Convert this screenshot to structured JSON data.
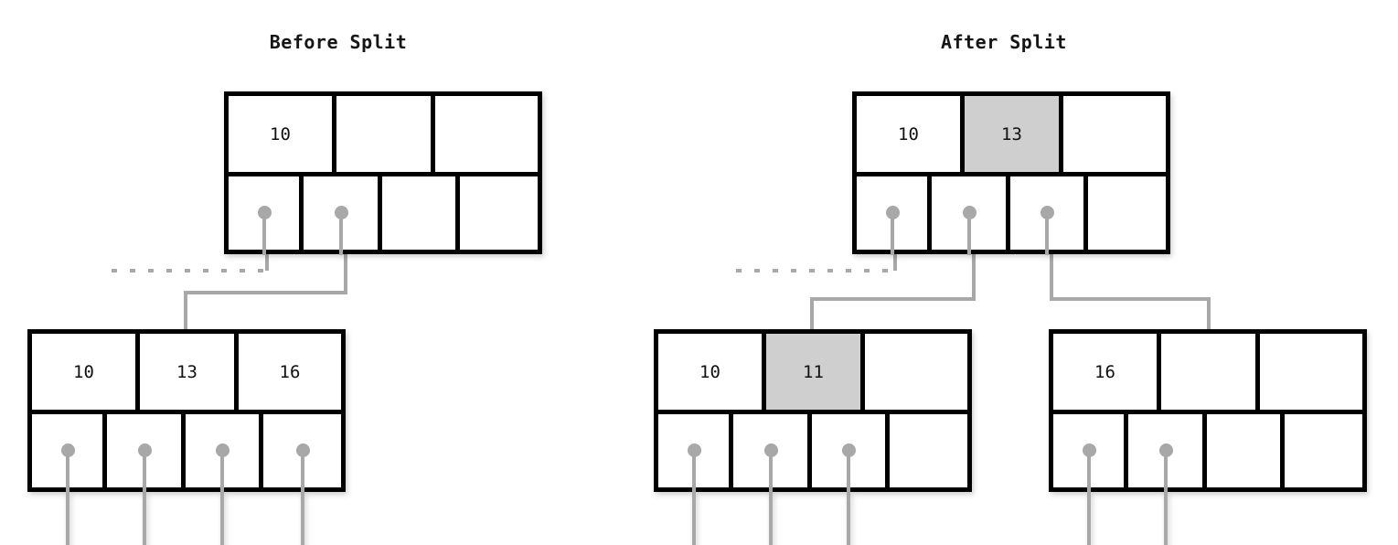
{
  "figure": {
    "kind": "b-tree-node-split-diagram",
    "colors": {
      "node_border": "#000000",
      "node_fill": "#ffffff",
      "highlight_fill": "#cfcfcf",
      "connector": "#a8a8a8",
      "text": "#111111",
      "background": "#ffffff"
    }
  },
  "panels": [
    {
      "id": "before",
      "title": "Before Split",
      "root": {
        "name": "before-root-node",
        "keys": [
          "10",
          "",
          ""
        ],
        "key_highlight": [
          false,
          false,
          false
        ],
        "pointers": [
          {
            "filled": true
          },
          {
            "filled": true
          },
          {
            "filled": false
          },
          {
            "filled": false
          }
        ]
      },
      "children": [
        {
          "name": "before-leaf-node",
          "keys": [
            "10",
            "13",
            "16"
          ],
          "key_highlight": [
            false,
            false,
            false
          ],
          "pointers": [
            {
              "filled": true
            },
            {
              "filled": true
            },
            {
              "filled": true
            },
            {
              "filled": true
            }
          ]
        }
      ]
    },
    {
      "id": "after",
      "title": "After Split",
      "root": {
        "name": "after-root-node",
        "keys": [
          "10",
          "13",
          ""
        ],
        "key_highlight": [
          false,
          true,
          false
        ],
        "pointers": [
          {
            "filled": true
          },
          {
            "filled": true
          },
          {
            "filled": true
          },
          {
            "filled": false
          }
        ]
      },
      "children": [
        {
          "name": "after-left-leaf-node",
          "keys": [
            "10",
            "11",
            ""
          ],
          "key_highlight": [
            false,
            true,
            false
          ],
          "pointers": [
            {
              "filled": true
            },
            {
              "filled": true
            },
            {
              "filled": true
            },
            {
              "filled": false
            }
          ]
        },
        {
          "name": "after-right-leaf-node",
          "keys": [
            "16",
            "",
            ""
          ],
          "key_highlight": [
            false,
            false,
            false
          ],
          "pointers": [
            {
              "filled": true
            },
            {
              "filled": true
            },
            {
              "filled": false
            },
            {
              "filled": false
            }
          ]
        }
      ]
    }
  ]
}
